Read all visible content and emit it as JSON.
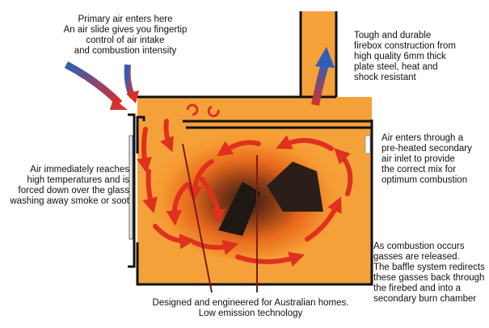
{
  "labels": {
    "primary_air": [
      "Primary air enters here",
      "An air slide gives you fingertip",
      "control of air intake",
      "and combustion intensity"
    ],
    "firebox": [
      "Tough and durable",
      "firebox construction from",
      "high quality 6mm thick",
      "plate steel, heat and",
      "shock resistant"
    ],
    "secondary_air": [
      "Air enters through a",
      "pre-heated secondary",
      "air inlet to provide",
      "the correct mix for",
      "optimum combustion"
    ],
    "glass": [
      "Air immediately reaches",
      "high temperatures and is",
      "forced down over the glass",
      "washing away smoke or soot"
    ],
    "baffle": [
      "As combustion occurs",
      "gasses are released.",
      "The baffle system redirects",
      "these gasses back through",
      "the firebed and into a",
      "secondary burn chamber"
    ],
    "bottom": [
      "Designed and engineered for Australian homes.",
      "Low emission technology"
    ]
  },
  "colors": {
    "firebox_orange": "#f4a13a",
    "flame_red": "#e0301e",
    "air_blue": "#2f5fb8",
    "steel_black": "#111111",
    "pointer_red": "#7a1e14"
  }
}
